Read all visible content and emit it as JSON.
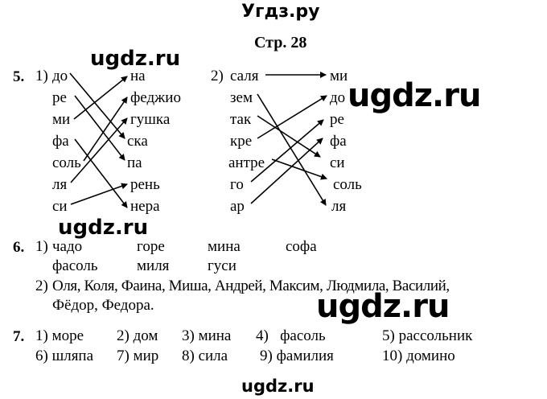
{
  "header": {
    "site_title": "Угдз.ру",
    "page_label": "Стр. 28"
  },
  "watermarks": [
    "ugdz.ru",
    "ugdz.ru",
    "ugdz.ru",
    "ugdz.ru",
    "ugdz.ru"
  ],
  "task5": {
    "number": "5.",
    "part1": {
      "label": "1)",
      "left": [
        "до",
        "ре",
        "ми",
        "фа",
        "соль",
        "ля",
        "си"
      ],
      "right": [
        "на",
        "феджио",
        "гушка",
        "ска",
        "па",
        "рень",
        "нера"
      ],
      "links": [
        [
          0,
          3
        ],
        [
          1,
          4
        ],
        [
          2,
          0
        ],
        [
          3,
          6
        ],
        [
          4,
          1
        ],
        [
          5,
          2
        ],
        [
          6,
          5
        ]
      ]
    },
    "part2": {
      "label": "2)",
      "left": [
        "саля",
        "зем",
        "так",
        "кре",
        "антре",
        "го",
        "ар"
      ],
      "right": [
        "ми",
        "до",
        "ре",
        "фа",
        "си",
        "соль",
        "ля"
      ],
      "links": [
        [
          0,
          0
        ],
        [
          1,
          6
        ],
        [
          2,
          4
        ],
        [
          3,
          1
        ],
        [
          4,
          5
        ],
        [
          5,
          2
        ],
        [
          6,
          3
        ]
      ]
    }
  },
  "task6": {
    "number": "6.",
    "part1": {
      "label": "1)",
      "row1": [
        "чадо",
        "горе",
        "мина",
        "софа"
      ],
      "row2": [
        "фасоль",
        "миля",
        "гуси"
      ]
    },
    "part2": {
      "label": "2)",
      "line1": "Оля, Коля, Фаина, Миша, Андрей, Максим, Людмила, Василий,",
      "line2": "Фёдор, Федора."
    }
  },
  "task7": {
    "number": "7.",
    "row1": [
      "1) море",
      "2) дом",
      "3) мина",
      "4)   фасоль",
      "5) рассольник"
    ],
    "row2": [
      "6) шляпа",
      "7) мир",
      "8) сила",
      "9) фамилия",
      "10) домино"
    ]
  }
}
